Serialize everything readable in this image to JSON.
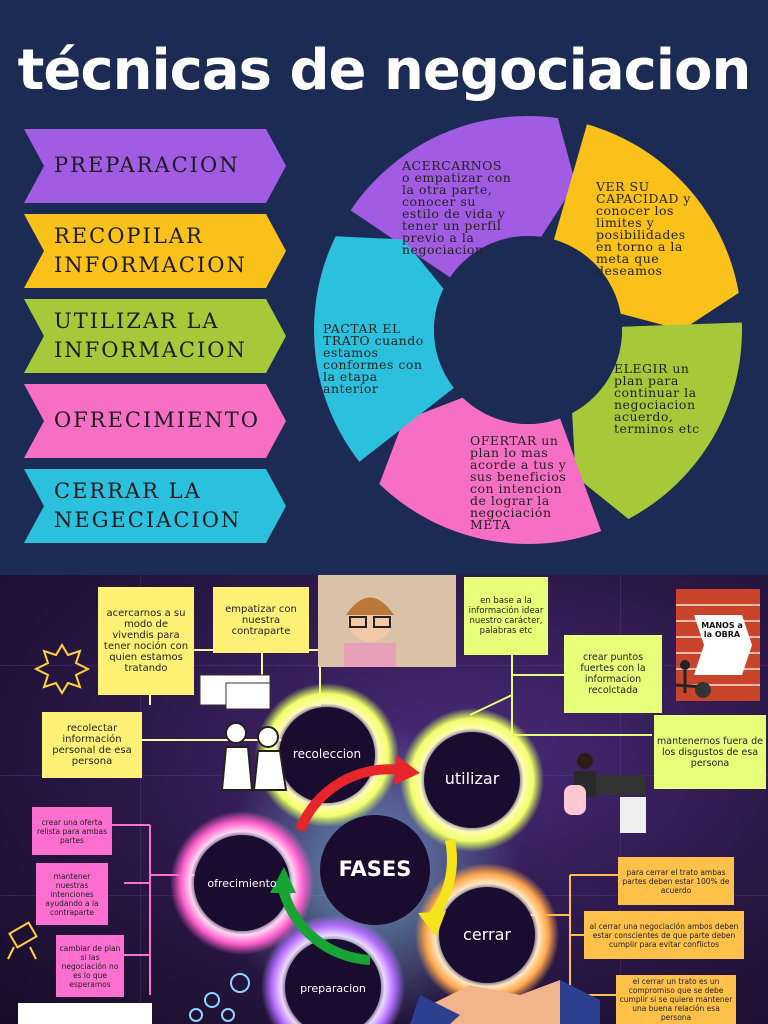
{
  "title": "técnicas de negociacion",
  "steps": [
    {
      "label": "PREPARACION",
      "color": "#a25ce3"
    },
    {
      "label": "RECOPILAR\nINFORMACION",
      "color": "#f9c11a"
    },
    {
      "label": "UTILIZAR LA\nINFORMACION",
      "color": "#a6c93a"
    },
    {
      "label": "OFRECIMIENTO",
      "color": "#f76fc4"
    },
    {
      "label": "CERRAR LA\nNEGECIACION",
      "color": "#2bc0de"
    }
  ],
  "wheel": {
    "segments": [
      {
        "text": "ACERCARNOS o empatizar con la otra parte, conocer su estilo de vida y tener un perfil previo a la negociacion",
        "color": "#a25ce3"
      },
      {
        "text": "VER SU CAPACIDAD y conocer los limites y posibilidades en torno a la meta que deseamos",
        "color": "#f9c11a"
      },
      {
        "text": "ELEGIR un plan para continuar la negociacion acuerdo, terminos etc",
        "color": "#a6c93a"
      },
      {
        "text": "OFERTAR un plan lo mas acorde a tus y sus beneficios con intencion de lograr la negociación META",
        "color": "#f76fc4"
      },
      {
        "text": "PACTAR EL TRATO cuando estamos conformes con la etapa anterior",
        "color": "#2bc0de"
      }
    ]
  },
  "fases": {
    "center": "FASES",
    "rings": [
      "recoleccion",
      "utilizar",
      "ofrecimiento",
      "cerrar",
      "preparacion"
    ],
    "yellow_notes": [
      "acercarnos a su modo de vivendis para tener noción con quien estamos tratando",
      "empatizar con nuestra contraparte",
      "recolectar información personal de esa persona"
    ],
    "green_notes": [
      "en base a la información idear nuestro carácter, palabras etc",
      "crear puntos fuertes con la informacion recolctada",
      "mantenernos fuera de los disgustos de esa persona"
    ],
    "pink_notes": [
      "crear una oferta relista para ambas partes",
      "mantener nuestras intenciones ayudando a la contraparte",
      "cambiar de plan si las negociación no es lo que esperamos"
    ],
    "orange_notes": [
      "para cerrar el trato ambas partes deben estar 100% de acuerdo",
      "al cerrar una negociación ambos deben estar conscientes de que parte deben cumplir para evitar conflictos",
      "el cerrar un trato es un compromiso que se debe cumplir si se quiere mantener una buena relación esa persona"
    ],
    "sign_text": "MANOS a la OBRA"
  }
}
